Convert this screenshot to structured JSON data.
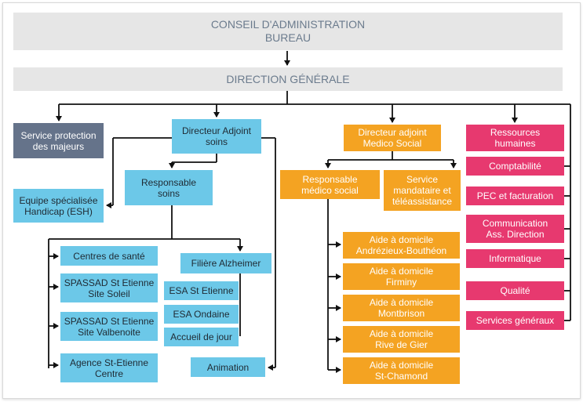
{
  "top": {
    "line1": "CONSEIL D'ADMINISTRATION",
    "line2": "BUREAU"
  },
  "direction": "DIRECTION GÉNÉRALE",
  "service_protection": "Service protection\ndes majeurs",
  "directeur_adjoint_soins": "Directeur Adjoint\nsoins",
  "equipe_esh": "Equipe spécialisée\nHandicap (ESH)",
  "responsable_soins": "Responsable\nsoins",
  "left_list": [
    "Centres de santé",
    "SPASSAD St Etienne\nSite Soleil",
    "SPASSAD St Etienne\nSite Valbenoite",
    "Agence St-Etienne\nCentre"
  ],
  "filiere": "Filière Alzheimer",
  "filiere_items": [
    "ESA St Etienne",
    "ESA Ondaine",
    "Accueil de jour"
  ],
  "animation": "Animation",
  "directeur_adjoint_medico": "Directeur adjoint\nMedico Social",
  "responsable_medico": "Responsable\nmédico social",
  "service_mandataire": "Service\nmandataire et\ntéléassistance",
  "aide_domicile": [
    "Aide à domicile\nAndrézieux-Bouthéon",
    "Aide à domicile\nFirminy",
    "Aide à domicile\nMontbrison",
    "Aide à domicile\nRive de Gier",
    "Aide à domicile\nSt-Chamond"
  ],
  "ressources": [
    "Ressources\nhumaines",
    "Comptabilité",
    "PEC et facturation",
    "Communication\nAss. Direction",
    "Informatique",
    "Qualité",
    "Services généraux"
  ],
  "colors": {
    "gray": "#e6e6e6",
    "slate": "#65738a",
    "blue": "#6cc8e8",
    "orange": "#f4a322",
    "pink": "#e7396f"
  }
}
